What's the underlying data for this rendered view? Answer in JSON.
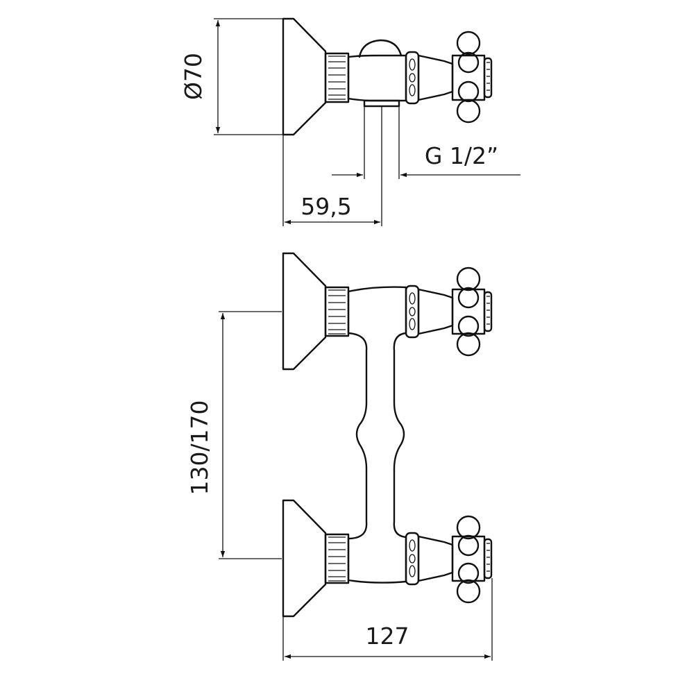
{
  "drawing": {
    "views": [
      "side-view",
      "front-view"
    ],
    "colors": {
      "line": "#111111",
      "background": "#ffffff"
    }
  },
  "dimensions": {
    "diameter": "Ø70",
    "thread": "G 1/2”",
    "depth": "59,5",
    "centers": "130/170",
    "width": "127"
  }
}
